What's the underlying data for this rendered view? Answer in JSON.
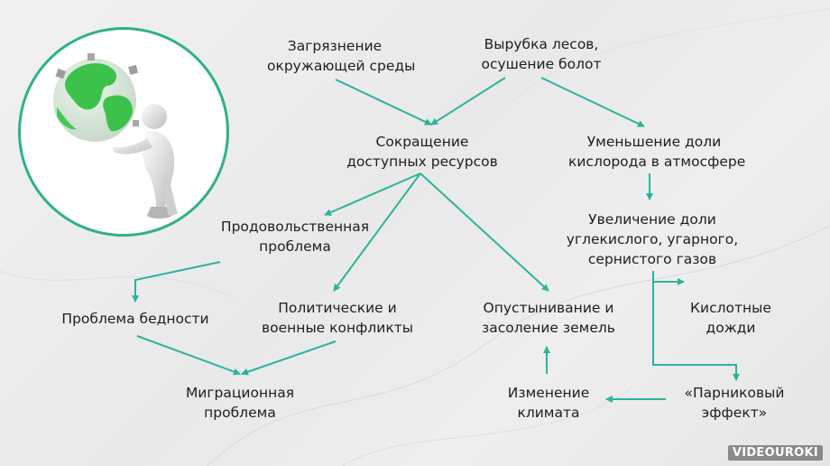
{
  "nodes": {
    "pollution": [
      "Загрязнение",
      "окружающей среды"
    ],
    "deforestation": [
      "Вырубка лесов,",
      "осушение болот"
    ],
    "resources": [
      "Сокращение",
      "доступных ресурсов"
    ],
    "oxygen": [
      "Уменьшение доли",
      "кислорода в атмосфере"
    ],
    "food": [
      "Продовольственная",
      "проблема"
    ],
    "co2": [
      "Увеличение доли",
      "углекислого, угарного,",
      "сернистого газов"
    ],
    "poverty": [
      "Проблема бедности"
    ],
    "conflicts": [
      "Политические и",
      "военные конфликты"
    ],
    "desert": [
      "Опустынивание и",
      "засоление земель"
    ],
    "acid": [
      "Кислотные",
      "дожди"
    ],
    "migration": [
      "Миграционная",
      "проблема"
    ],
    "climate": [
      "Изменение",
      "климата"
    ],
    "greenhouse": [
      "«Парниковый",
      "эффект»"
    ]
  },
  "watermark": "VIDEOUROKI",
  "colors": {
    "arrow": "#2db39a",
    "circle_border": "#2db37f",
    "globe_green": "#3cc24a",
    "text": "#1e1e1e"
  },
  "icons": {
    "illustration": "person-holding-globe-icon"
  }
}
